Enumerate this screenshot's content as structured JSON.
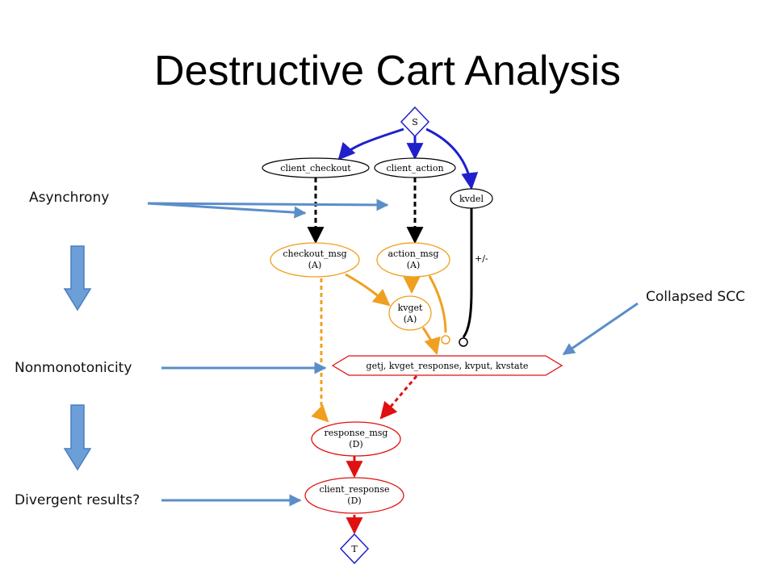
{
  "slide": {
    "title": "Destructive Cart Analysis",
    "labels": {
      "asynchrony": "Asynchrony",
      "nonmonotonicity": "Nonmonotonicity",
      "divergent": "Divergent results?",
      "collapsed_scc": "Collapsed SCC"
    }
  },
  "graph": {
    "nodes": {
      "start": "S",
      "client_checkout": "client_checkout",
      "client_action": "client_action",
      "kvdel": "kvdel",
      "checkout_msg": "checkout_msg",
      "checkout_msg_tag": "(A)",
      "action_msg": "action_msg",
      "action_msg_tag": "(A)",
      "kvget": "kvget",
      "kvget_tag": "(A)",
      "scc": "getj, kvget_response, kvput, kvstate",
      "response_msg": "response_msg",
      "response_msg_tag": "(D)",
      "client_response": "client_response",
      "client_response_tag": "(D)",
      "terminal": "T"
    },
    "edge_labels": {
      "kvdel_edge": "+/-"
    }
  },
  "colors": {
    "blue_edge": "#1f1fcc",
    "orange": "#f0a020",
    "red": "#e01010",
    "annotation_arrow": "#5b8ec9"
  }
}
